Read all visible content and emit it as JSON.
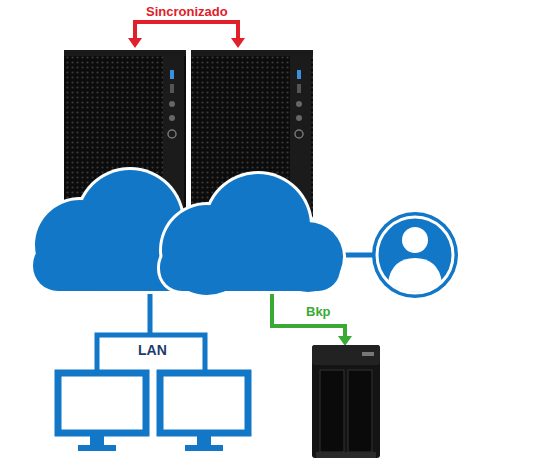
{
  "diagram": {
    "labels": [
      "Sincronizado",
      "Bkp",
      "LAN"
    ]
  }
}
